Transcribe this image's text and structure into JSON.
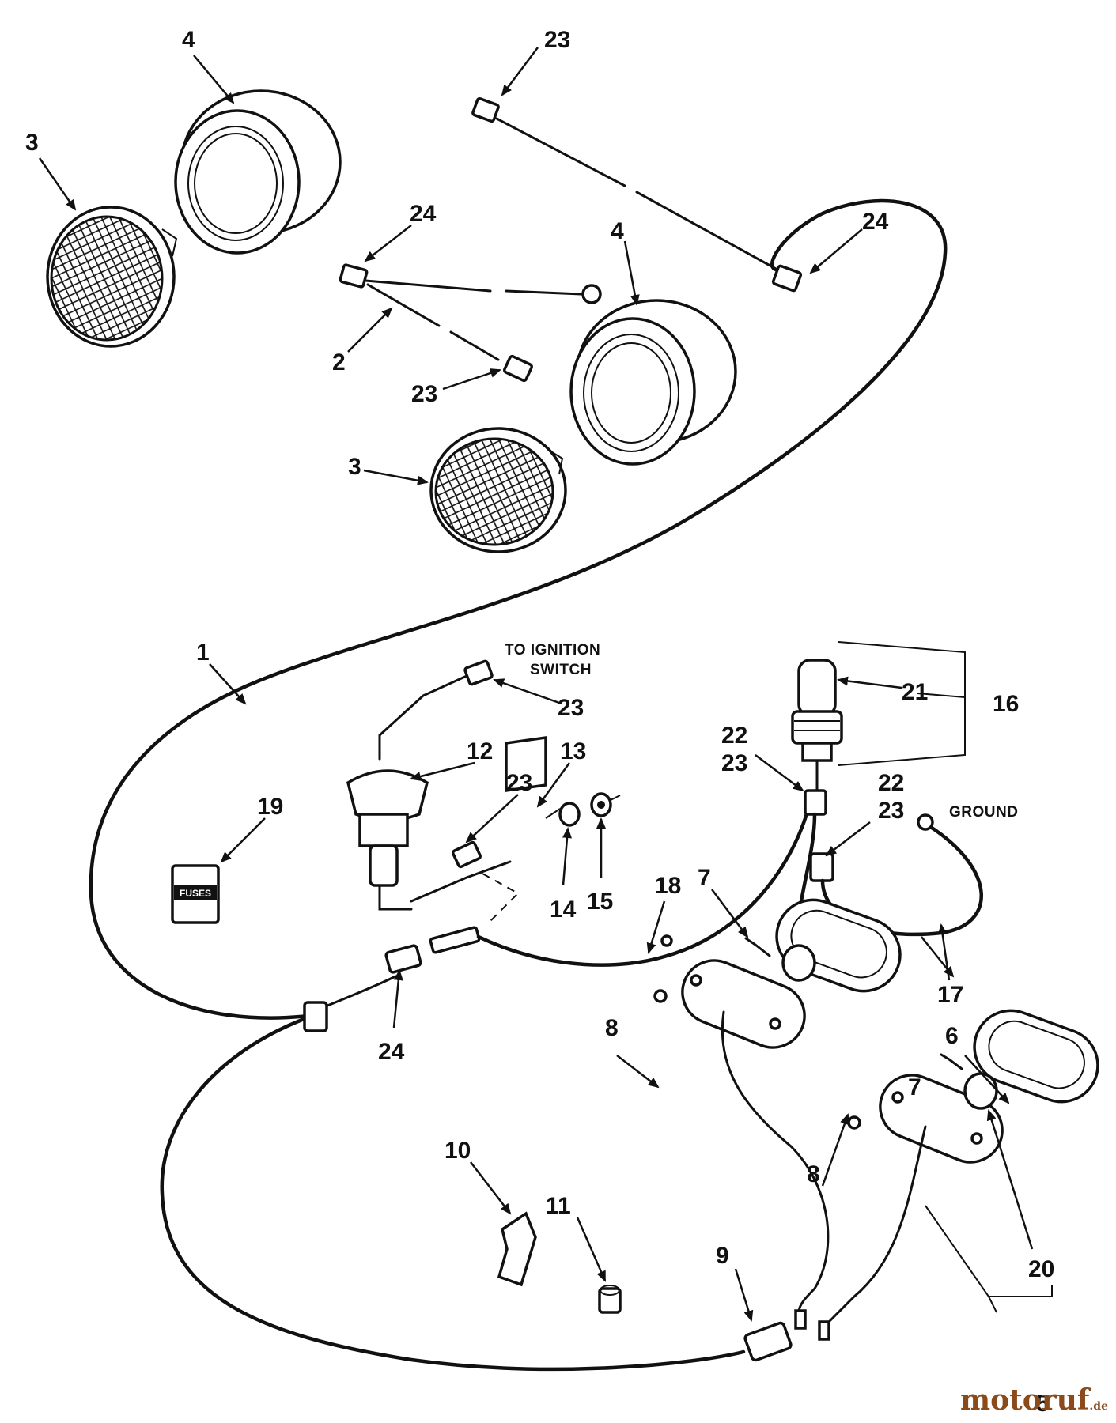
{
  "callouts": [
    {
      "id": "c3a",
      "text": "3"
    },
    {
      "id": "c4a",
      "text": "4"
    },
    {
      "id": "c23a",
      "text": "23"
    },
    {
      "id": "c24a",
      "text": "24"
    },
    {
      "id": "c24b",
      "text": "24"
    },
    {
      "id": "c4b",
      "text": "4"
    },
    {
      "id": "c2",
      "text": "2"
    },
    {
      "id": "c23b",
      "text": "23"
    },
    {
      "id": "c3b",
      "text": "3"
    },
    {
      "id": "c1",
      "text": "1"
    },
    {
      "id": "c23c",
      "text": "23"
    },
    {
      "id": "c12",
      "text": "12"
    },
    {
      "id": "c13",
      "text": "13"
    },
    {
      "id": "c23d",
      "text": "23"
    },
    {
      "id": "c19",
      "text": "19"
    },
    {
      "id": "c14",
      "text": "14"
    },
    {
      "id": "c15",
      "text": "15"
    },
    {
      "id": "c18",
      "text": "18"
    },
    {
      "id": "c21",
      "text": "21"
    },
    {
      "id": "c16",
      "text": "16"
    },
    {
      "id": "c22a",
      "text": "22"
    },
    {
      "id": "c23e",
      "text": "23"
    },
    {
      "id": "c22b",
      "text": "22"
    },
    {
      "id": "c23f",
      "text": "23"
    },
    {
      "id": "c17",
      "text": "17"
    },
    {
      "id": "c24c",
      "text": "24"
    },
    {
      "id": "c7a",
      "text": "7"
    },
    {
      "id": "c8a",
      "text": "8"
    },
    {
      "id": "c6",
      "text": "6"
    },
    {
      "id": "c7b",
      "text": "7"
    },
    {
      "id": "c8b",
      "text": "8"
    },
    {
      "id": "c10",
      "text": "10"
    },
    {
      "id": "c11",
      "text": "11"
    },
    {
      "id": "c9",
      "text": "9"
    },
    {
      "id": "c20",
      "text": "20"
    },
    {
      "id": "c5",
      "text": "5"
    }
  ],
  "notes": {
    "ignition_line1": "TO IGNITION",
    "ignition_line2": "SWITCH",
    "ground": "GROUND",
    "fuses": "FUSES"
  },
  "watermark": {
    "brand": "motoruf",
    "suffix": ".de"
  }
}
